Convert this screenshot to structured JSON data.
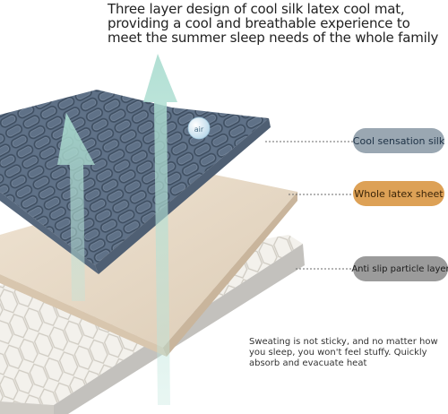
{
  "headline": "Three layer design of cool silk latex cool mat, providing a cool and breathable experience to meet the summer sleep needs of the whole family",
  "bubble_label": "air",
  "layers": {
    "cool_silk": {
      "label": "Cool sensation silk",
      "color": "#9aa7b2"
    },
    "latex_sheet": {
      "label": "Whole latex sheet",
      "color": "#dda156"
    },
    "anti_slip": {
      "label": "Anti slip particle layer",
      "color": "#9b9b9b"
    }
  },
  "caption": "Sweating is not sticky, and no matter how you sleep, you won't feel stuffy. Quickly absorb and evacuate heat"
}
